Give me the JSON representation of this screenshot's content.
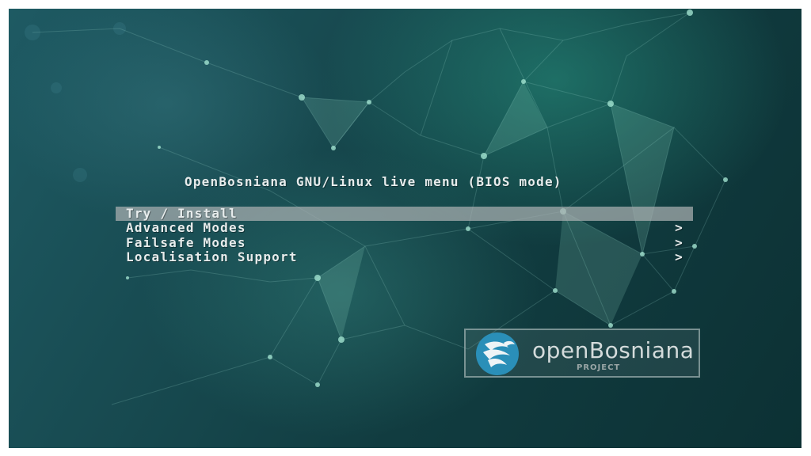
{
  "menu": {
    "title": "OpenBosniana GNU/Linux live menu (BIOS mode)",
    "items": [
      {
        "label": "Try / Install",
        "arrow": "",
        "selected": true
      },
      {
        "label": "Advanced Modes",
        "arrow": ">",
        "selected": false
      },
      {
        "label": "Failsafe Modes",
        "arrow": ">",
        "selected": false
      },
      {
        "label": "Localisation Support",
        "arrow": ">",
        "selected": false
      }
    ]
  },
  "logo": {
    "name": "openBosniana",
    "subtitle": "PROJECT",
    "emblem_icon": "bird-emblem-icon",
    "emblem_color": "#2a8fb8"
  },
  "background": {
    "icon": "network-graph-wallpaper"
  }
}
